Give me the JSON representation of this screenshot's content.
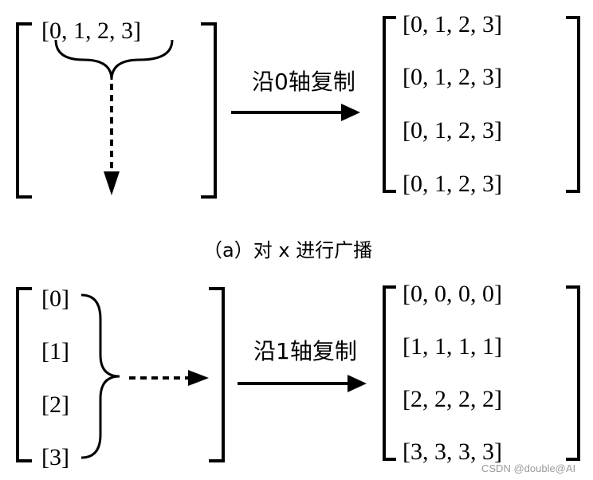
{
  "part_a": {
    "source_row": "[0, 1, 2, 3]",
    "arrow_label": "沿0轴复制",
    "result_rows": [
      "[0, 1, 2, 3]",
      "[0, 1, 2, 3]",
      "[0, 1, 2, 3]",
      "[0, 1, 2, 3]"
    ],
    "caption": "（a）对 x 进行广播"
  },
  "part_b": {
    "source_items": [
      "[0]",
      "[1]",
      "[2]",
      "[3]"
    ],
    "arrow_label": "沿1轴复制",
    "result_rows": [
      "[0, 0, 0, 0]",
      "[1, 1, 1, 1]",
      "[2, 2, 2, 2]",
      "[3, 3, 3, 3]"
    ]
  },
  "watermark": "CSDN @double@AI"
}
